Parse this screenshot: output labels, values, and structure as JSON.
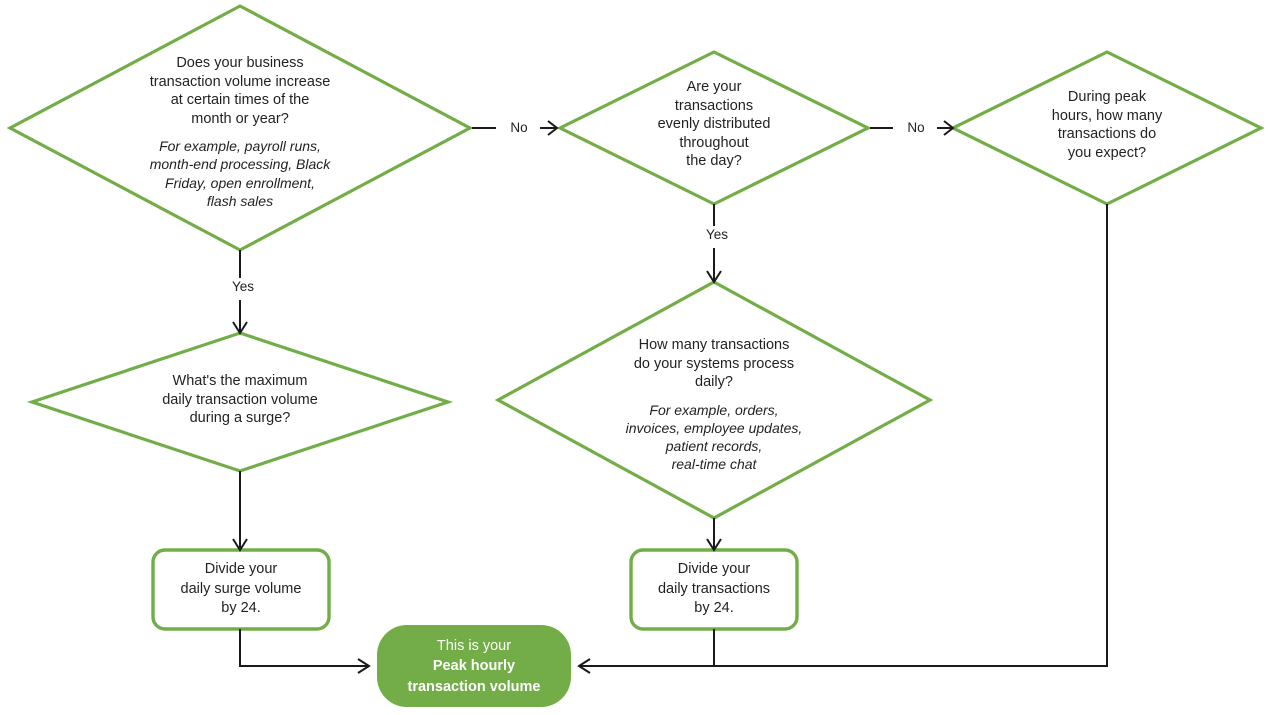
{
  "diagram": {
    "title": "Peak hourly transaction volume decision flowchart",
    "accent_color": "#72ad47",
    "text_color": "#231f20",
    "connector_color": "#1a1a1a",
    "background": "#ffffff"
  },
  "nodes": {
    "q1": {
      "shape": "diamond",
      "question": "Does your business transaction volume increase at certain times of the month or year?",
      "lines": [
        "Does your business",
        "transaction volume increase",
        "at certain times of the",
        "month or year?"
      ],
      "example_lines": [
        "For example, payroll runs,",
        "month-end processing, Black",
        "Friday, open enrollment,",
        "flash sales"
      ]
    },
    "q2": {
      "shape": "diamond",
      "question": "Are your transactions evenly distributed throughout the day?",
      "lines": [
        "Are your",
        "transactions",
        "evenly distributed",
        "throughout",
        "the day?"
      ]
    },
    "q3": {
      "shape": "diamond",
      "question": "During peak hours, how many transactions do you expect?",
      "lines": [
        "During peak",
        "hours, how many",
        "transactions do",
        "you expect?"
      ]
    },
    "q4": {
      "shape": "diamond",
      "question": "What's the maximum daily transaction volume during a surge?",
      "lines": [
        "What's the maximum",
        "daily transaction volume",
        "during a surge?"
      ]
    },
    "q5": {
      "shape": "diamond",
      "question": "How many transactions do your systems process daily?",
      "lines": [
        "How many transactions",
        "do your systems process",
        "daily?"
      ],
      "example_lines": [
        "For example, orders,",
        "invoices, employee updates,",
        "patient records,",
        "real-time chat"
      ]
    },
    "action_left": {
      "shape": "rounded-rect",
      "text": "Divide your daily surge volume by 24.",
      "lines": [
        "Divide your",
        "daily surge volume",
        "by 24."
      ]
    },
    "action_right": {
      "shape": "rounded-rect",
      "text": "Divide your daily transactions by 24.",
      "lines": [
        "Divide your",
        "daily transactions",
        "by 24."
      ]
    },
    "result": {
      "shape": "rounded-terminal",
      "text": "This is your Peak hourly transaction volume",
      "intro_line": "This is your",
      "bold_lines": [
        "Peak hourly",
        "transaction volume"
      ]
    }
  },
  "edges": [
    {
      "id": "q1-no-q2",
      "from": "q1",
      "to": "q2",
      "label": "No",
      "direction": "right"
    },
    {
      "id": "q2-no-q3",
      "from": "q2",
      "to": "q3",
      "label": "No",
      "direction": "right"
    },
    {
      "id": "q1-yes-q4",
      "from": "q1",
      "to": "q4",
      "label": "Yes",
      "direction": "down"
    },
    {
      "id": "q2-yes-q5",
      "from": "q2",
      "to": "q5",
      "label": "Yes",
      "direction": "down"
    },
    {
      "id": "q4-action",
      "from": "q4",
      "to": "action_left",
      "label": "",
      "direction": "down"
    },
    {
      "id": "q5-action",
      "from": "q5",
      "to": "action_right",
      "label": "",
      "direction": "down"
    },
    {
      "id": "action-left-result",
      "from": "action_left",
      "to": "result",
      "label": "",
      "direction": "down-right"
    },
    {
      "id": "action-right-result",
      "from": "action_right",
      "to": "result",
      "label": "",
      "direction": "down-left"
    },
    {
      "id": "q3-result",
      "from": "q3",
      "to": "result",
      "label": "",
      "direction": "down-left"
    }
  ],
  "labels": {
    "no_1": "No",
    "no_2": "No",
    "yes_1": "Yes",
    "yes_2": "Yes"
  }
}
